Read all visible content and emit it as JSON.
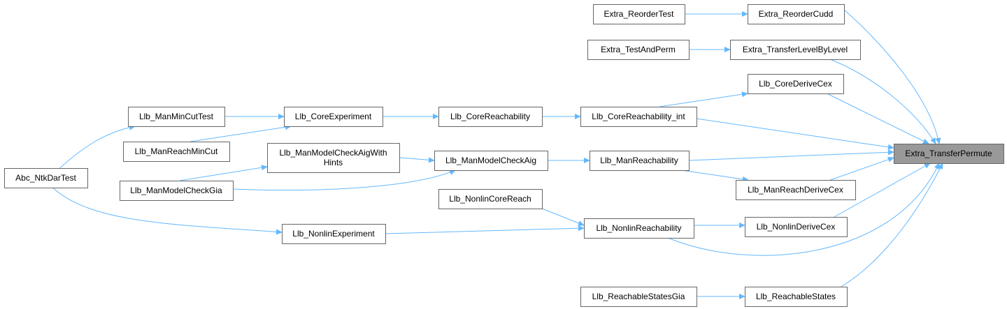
{
  "colors": {
    "edge": "#63b8ff",
    "node_border": "#666666",
    "target_fill": "#999999",
    "node_fill": "#ffffff"
  },
  "nodes": {
    "abc_ntkdartest": [
      "Abc_NtkDarTest"
    ],
    "llb_manmincuttest": [
      "Llb_ManMinCutTest"
    ],
    "llb_manreachmincut": [
      "Llb_ManReachMinCut"
    ],
    "llb_manmodelcheckgia": [
      "Llb_ManModelCheckGia"
    ],
    "llb_coreexperiment": [
      "Llb_CoreExperiment"
    ],
    "llb_manmodelcheckaigwithhints": [
      "Llb_ManModelCheckAigWith",
      "Hints"
    ],
    "llb_nonlinexperiment": [
      "Llb_NonlinExperiment"
    ],
    "llb_corereachability": [
      "Llb_CoreReachability"
    ],
    "llb_manmodelcheckaig": [
      "Llb_ManModelCheckAig"
    ],
    "llb_nonlincorereach": [
      "Llb_NonlinCoreReach"
    ],
    "llb_reachablestatesgia": [
      "Llb_ReachableStatesGia"
    ],
    "extra_reordertest": [
      "Extra_ReorderTest"
    ],
    "extra_testandperm": [
      "Extra_TestAndPerm"
    ],
    "llb_corereachability_int": [
      "Llb_CoreReachability_int"
    ],
    "llb_manreachability": [
      "Llb_ManReachability"
    ],
    "llb_nonlinreachability": [
      "Llb_NonlinReachability"
    ],
    "extra_reordercudd": [
      "Extra_ReorderCudd"
    ],
    "extra_transferlevelbylevel": [
      "Extra_TransferLevelByLevel"
    ],
    "llb_corederivecex": [
      "Llb_CoreDeriveCex"
    ],
    "llb_manreachderivecex": [
      "Llb_ManReachDeriveCex"
    ],
    "llb_nonlinderivecex": [
      "Llb_NonlinDeriveCex"
    ],
    "llb_reachablestates": [
      "Llb_ReachableStates"
    ],
    "extra_transferpermute": [
      "Extra_TransferPermute"
    ]
  },
  "target_node": "extra_transferpermute",
  "edges": [
    [
      "abc_ntkdartest",
      "llb_manmincuttest"
    ],
    [
      "abc_ntkdartest",
      "llb_nonlinexperiment"
    ],
    [
      "llb_manmincuttest",
      "llb_coreexperiment"
    ],
    [
      "llb_manreachmincut",
      "llb_coreexperiment"
    ],
    [
      "llb_manmodelcheckgia",
      "llb_manmodelcheckaigwithhints"
    ],
    [
      "llb_manmodelcheckgia",
      "llb_manmodelcheckaig"
    ],
    [
      "llb_coreexperiment",
      "llb_corereachability"
    ],
    [
      "llb_manmodelcheckaigwithhints",
      "llb_manmodelcheckaig"
    ],
    [
      "llb_nonlinexperiment",
      "llb_nonlinreachability"
    ],
    [
      "llb_corereachability",
      "llb_corereachability_int"
    ],
    [
      "llb_manmodelcheckaig",
      "llb_manreachability"
    ],
    [
      "llb_nonlincorereach",
      "llb_nonlinreachability"
    ],
    [
      "llb_reachablestatesgia",
      "llb_reachablestates"
    ],
    [
      "extra_reordertest",
      "extra_reordercudd"
    ],
    [
      "extra_testandperm",
      "extra_transferlevelbylevel"
    ],
    [
      "llb_corereachability_int",
      "llb_corederivecex"
    ],
    [
      "llb_corereachability_int",
      "extra_transferpermute"
    ],
    [
      "llb_manreachability",
      "extra_transferpermute"
    ],
    [
      "llb_manreachability",
      "llb_manreachderivecex"
    ],
    [
      "llb_nonlinreachability",
      "llb_nonlinderivecex"
    ],
    [
      "llb_nonlinreachability",
      "extra_transferpermute"
    ],
    [
      "extra_reordercudd",
      "extra_transferpermute"
    ],
    [
      "extra_transferlevelbylevel",
      "extra_transferpermute"
    ],
    [
      "llb_corederivecex",
      "extra_transferpermute"
    ],
    [
      "llb_manreachderivecex",
      "extra_transferpermute"
    ],
    [
      "llb_nonlinderivecex",
      "extra_transferpermute"
    ],
    [
      "llb_reachablestates",
      "extra_transferpermute"
    ]
  ]
}
